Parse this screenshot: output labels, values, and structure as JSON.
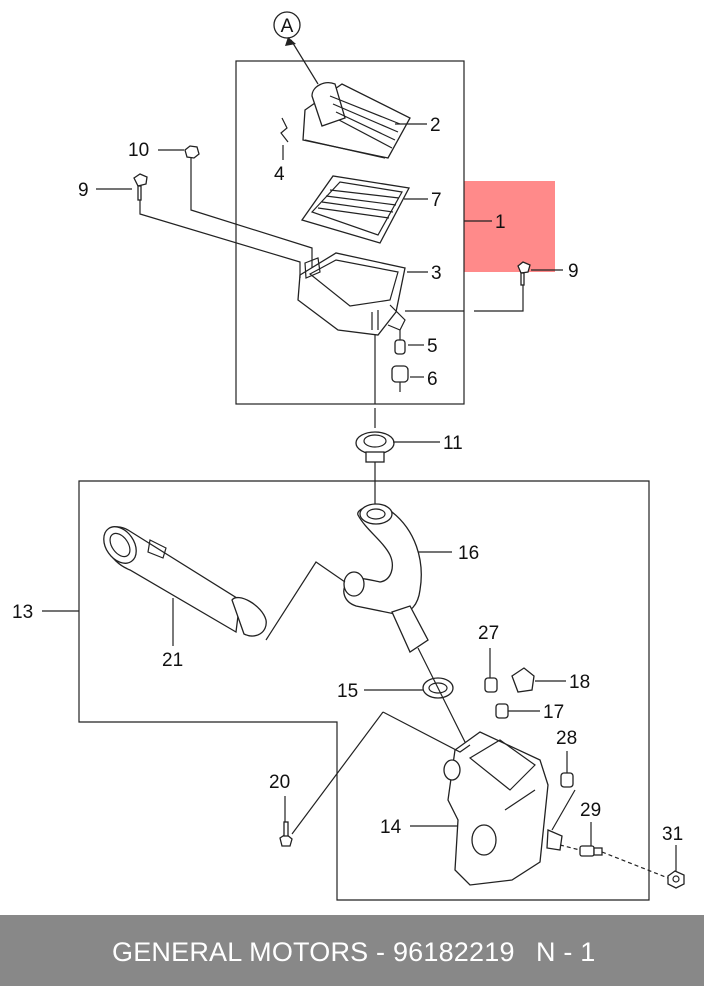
{
  "diagram": {
    "view_marker": "A",
    "callouts": [
      {
        "id": "2",
        "text": "2"
      },
      {
        "id": "4",
        "text": "4"
      },
      {
        "id": "10",
        "text": "10"
      },
      {
        "id": "9a",
        "text": "9"
      },
      {
        "id": "7",
        "text": "7"
      },
      {
        "id": "1",
        "text": "1"
      },
      {
        "id": "3",
        "text": "3"
      },
      {
        "id": "9b",
        "text": "9"
      },
      {
        "id": "5",
        "text": "5"
      },
      {
        "id": "6",
        "text": "6"
      },
      {
        "id": "11",
        "text": "11"
      },
      {
        "id": "13",
        "text": "13"
      },
      {
        "id": "16",
        "text": "16"
      },
      {
        "id": "21",
        "text": "21"
      },
      {
        "id": "27",
        "text": "27"
      },
      {
        "id": "18",
        "text": "18"
      },
      {
        "id": "15",
        "text": "15"
      },
      {
        "id": "17",
        "text": "17"
      },
      {
        "id": "28",
        "text": "28"
      },
      {
        "id": "20",
        "text": "20"
      },
      {
        "id": "29",
        "text": "29"
      },
      {
        "id": "14",
        "text": "14"
      },
      {
        "id": "31",
        "text": "31"
      }
    ],
    "highlight_color": "#ff8a8a"
  },
  "footer": {
    "brand_part": "GENERAL MOTORS - 96182219",
    "page": "N - 1",
    "background": "#888888"
  }
}
